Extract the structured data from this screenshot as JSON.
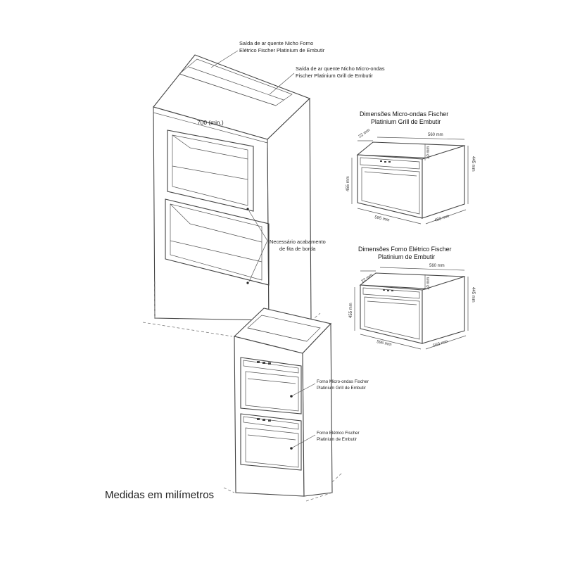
{
  "labels": {
    "vent_oven_1": "Saída de ar quente Nicho Forno",
    "vent_oven_2": "Elétrico Fischer Platinium de Embutir",
    "vent_micro_1": "Saída de ar quente Nicho Micro-ondas",
    "vent_micro_2": "Fischer Platinium Grill de Embutir",
    "width_min": "700 (min.)",
    "edge_1": "Necessário acabamento",
    "edge_2": "de fita de borda",
    "micro_oven_1": "Forno Micro-ondas Fischer",
    "micro_oven_2": "Platinium Grill de Embutir",
    "electric_oven_1": "Forno Elétrico Fischer",
    "electric_oven_2": "Platinium de Embutir",
    "footer": "Medidas em milímetros"
  },
  "micro_dims": {
    "title_1": "Dimensões Micro-ondas Fischer",
    "title_2": "Platinium Grill de Embutir",
    "d22": "22 mm",
    "d560": "560 mm",
    "d10": "10 mm",
    "d455": "455 mm",
    "d445": "445 mm",
    "d595": "595 mm",
    "d480": "480 mm"
  },
  "oven_dims": {
    "title_1": "Dimensões Forno Elétrico Fischer",
    "title_2": "Platinium de Embutir",
    "d22": "22 mm",
    "d560": "560 mm",
    "d10": "10 mm",
    "d455": "455 mm",
    "d445": "445 mm",
    "d595": "595 mm",
    "d560b": "560 mm"
  }
}
